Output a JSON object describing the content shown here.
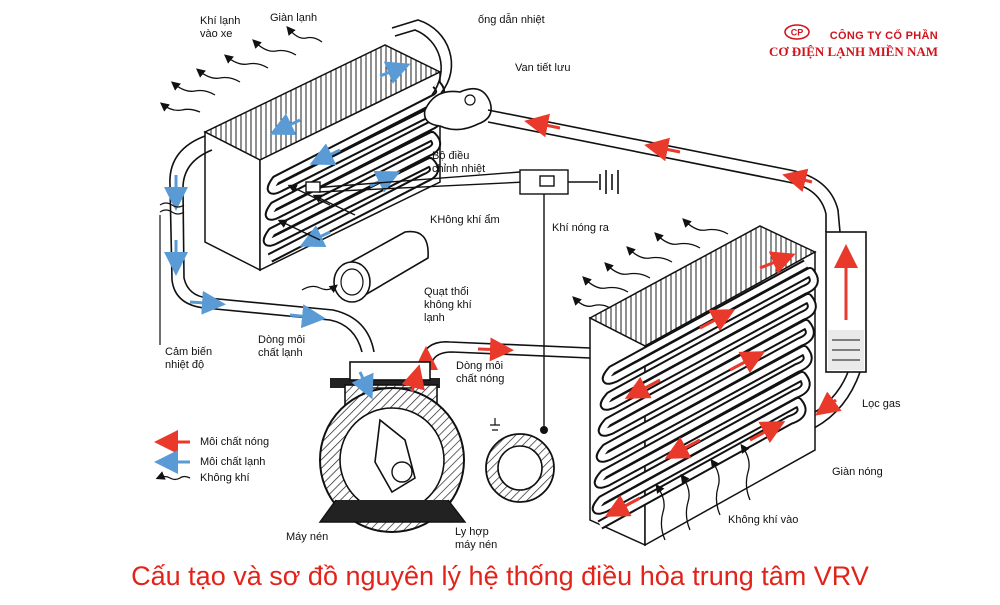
{
  "brand": {
    "line1": "CÔNG TY CỔ PHẦN",
    "line2": "CƠ ĐIỆN LẠNH MIỀN NAM",
    "logo_text": "CP",
    "color": "#d1141c"
  },
  "labels": {
    "cold_air_in_car": "Khí lạnh\nvào xe",
    "evaporator": "Giàn lạnh",
    "heat_pipe": "ống dẫn nhiệt",
    "expansion_valve": "Van tiết lưu",
    "thermostat": "Bộ điều\nchỉnh nhiệt",
    "humid_air": "KHông khí ẩm",
    "blower_fan": "Quạt thổi\nkhông khí\nlạnh",
    "hot_air_out": "Khí nóng ra",
    "temp_sensor": "Cảm biến\nnhiệt độ",
    "cold_flow": "Dòng môi\nchất lạnh",
    "hot_flow": "Dòng môi\nchất nóng",
    "gas_filter": "Lọc gas",
    "condenser": "Giàn nóng",
    "air_in": "Không khí vào",
    "compressor": "Máy nén",
    "clutch": "Ly hợp\nmáy nén"
  },
  "legend": {
    "hot": "Môi chất nóng",
    "cold": "Môi chất lạnh",
    "air": "Không khí",
    "hot_color": "#e8392b",
    "cold_color": "#5b9bd5"
  },
  "caption": "Cấu tạo và sơ đồ nguyên lý hệ thống điều hòa trung tâm VRV",
  "caption_color": "#e2231a"
}
